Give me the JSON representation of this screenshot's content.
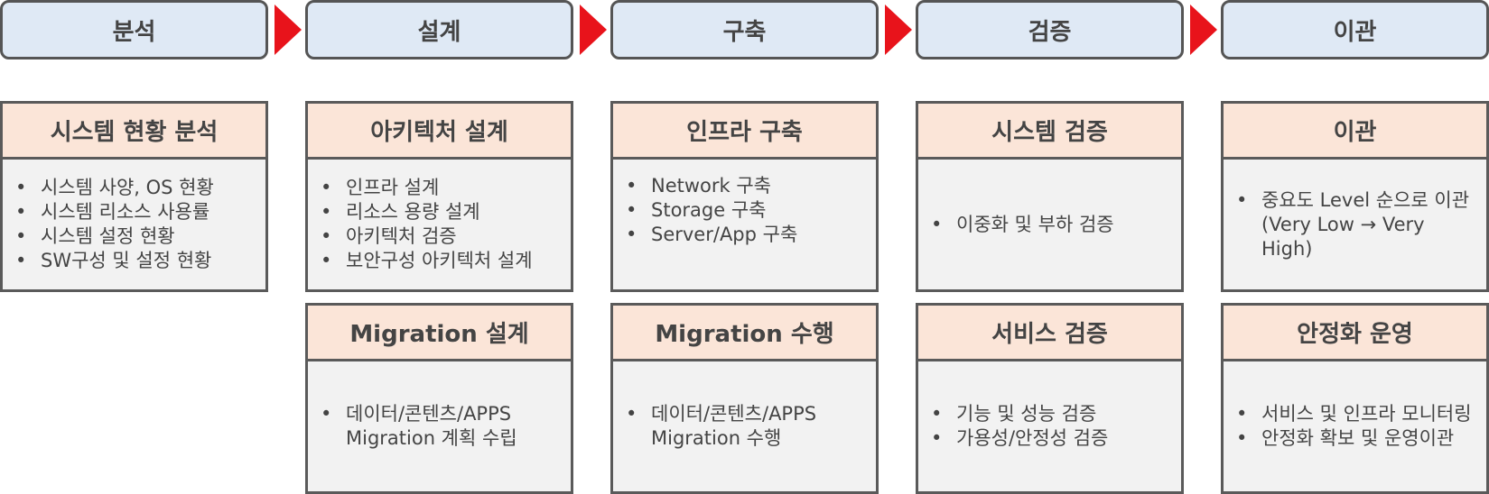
{
  "stages": [
    "분석",
    "설계",
    "구축",
    "검증",
    "이관"
  ],
  "colors": {
    "stage_fill": "#dfe9f5",
    "card_header_fill": "#fbe5d8",
    "card_body_fill": "#f2f2f2",
    "arrow": "#e8131b",
    "border": "#555555"
  },
  "cards": [
    {
      "title": "시스템 현황 분석",
      "items": [
        "시스템 사양, OS 현황",
        "시스템 리소스 사용률",
        "시스템 설정 현황",
        "SW구성 및 설정 현황"
      ]
    },
    {
      "title": "아키텍처 설계",
      "items": [
        "인프라 설계",
        "리소스 용량 설계",
        "아키텍처 검증",
        "보안구성 아키텍처 설계"
      ]
    },
    {
      "title": "인프라 구축",
      "items": [
        "Network 구축",
        "Storage 구축",
        "Server/App 구축"
      ]
    },
    {
      "title": "시스템 검증",
      "items": [
        "이중화 및 부하 검증"
      ]
    },
    {
      "title": "이관",
      "items": [
        "중요도 Level 순으로 이관 (Very Low → Very High)"
      ]
    },
    {
      "title": "Migration 설계",
      "items": [
        "데이터/콘텐츠/APPS Migration 계획 수립"
      ]
    },
    {
      "title": "Migration 수행",
      "items": [
        "데이터/콘텐츠/APPS Migration 수행"
      ]
    },
    {
      "title": "서비스 검증",
      "items": [
        "기능 및 성능 검증",
        "가용성/안정성 검증"
      ]
    },
    {
      "title": "안정화 운영",
      "items": [
        "서비스 및 인프라 모니터링",
        "안정화 확보 및 운영이관"
      ]
    }
  ]
}
